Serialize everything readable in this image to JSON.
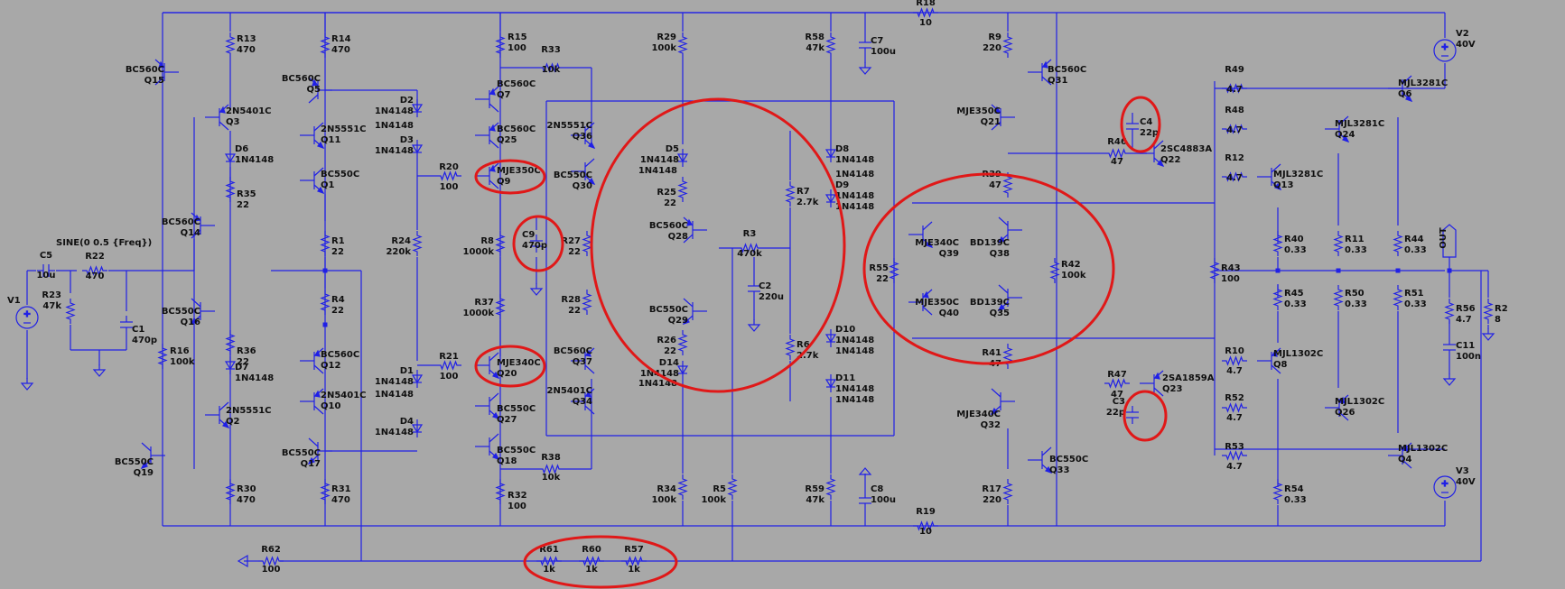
{
  "colors": {
    "background": "#a8a8a8",
    "wire": "#2020e6",
    "node": "#2020e6",
    "label": "#101010",
    "highlight": "#e01818",
    "ground": "#2020e6"
  },
  "source_text": "SINE(0 0.5 {Freq})",
  "components": [
    {
      "ref": "R13",
      "value": "470",
      "kind": "resistor"
    },
    {
      "ref": "R14",
      "value": "470",
      "kind": "resistor"
    },
    {
      "ref": "R15",
      "value": "100",
      "kind": "resistor"
    },
    {
      "ref": "R29",
      "value": "100k",
      "kind": "resistor"
    },
    {
      "ref": "R58",
      "value": "47k",
      "kind": "resistor"
    },
    {
      "ref": "R18",
      "value": "10",
      "kind": "resistor"
    },
    {
      "ref": "R9",
      "value": "220",
      "kind": "resistor"
    },
    {
      "ref": "R33",
      "value": "10k",
      "kind": "resistor"
    },
    {
      "ref": "R35",
      "value": "22",
      "kind": "resistor"
    },
    {
      "ref": "R20",
      "value": "100",
      "kind": "resistor"
    },
    {
      "ref": "R25",
      "value": "22",
      "kind": "resistor"
    },
    {
      "ref": "R7",
      "value": "2.7k",
      "kind": "resistor"
    },
    {
      "ref": "R3",
      "value": "470k",
      "kind": "resistor"
    },
    {
      "ref": "R1",
      "value": "22",
      "kind": "resistor"
    },
    {
      "ref": "R24",
      "value": "220k",
      "kind": "resistor"
    },
    {
      "ref": "R8",
      "value": "1000k",
      "kind": "resistor"
    },
    {
      "ref": "R27",
      "value": "22",
      "kind": "resistor"
    },
    {
      "ref": "R22",
      "value": "470",
      "kind": "resistor"
    },
    {
      "ref": "R23",
      "value": "47k",
      "kind": "resistor"
    },
    {
      "ref": "R4",
      "value": "22",
      "kind": "resistor"
    },
    {
      "ref": "R37",
      "value": "1000k",
      "kind": "resistor"
    },
    {
      "ref": "R28",
      "value": "22",
      "kind": "resistor"
    },
    {
      "ref": "R36",
      "value": "22",
      "kind": "resistor"
    },
    {
      "ref": "R16",
      "value": "100k",
      "kind": "resistor"
    },
    {
      "ref": "R21",
      "value": "100",
      "kind": "resistor"
    },
    {
      "ref": "R26",
      "value": "22",
      "kind": "resistor"
    },
    {
      "ref": "R6",
      "value": "2.7k",
      "kind": "resistor"
    },
    {
      "ref": "R38",
      "value": "10k",
      "kind": "resistor"
    },
    {
      "ref": "R30",
      "value": "470",
      "kind": "resistor"
    },
    {
      "ref": "R31",
      "value": "470",
      "kind": "resistor"
    },
    {
      "ref": "R32",
      "value": "100",
      "kind": "resistor"
    },
    {
      "ref": "R34",
      "value": "100k",
      "kind": "resistor"
    },
    {
      "ref": "R5",
      "value": "100k",
      "kind": "resistor"
    },
    {
      "ref": "R59",
      "value": "47k",
      "kind": "resistor"
    },
    {
      "ref": "R19",
      "value": "10",
      "kind": "resistor"
    },
    {
      "ref": "R17",
      "value": "220",
      "kind": "resistor"
    },
    {
      "ref": "R62",
      "value": "100",
      "kind": "resistor"
    },
    {
      "ref": "R61",
      "value": "1k",
      "kind": "resistor"
    },
    {
      "ref": "R60",
      "value": "1k",
      "kind": "resistor"
    },
    {
      "ref": "R57",
      "value": "1k",
      "kind": "resistor"
    },
    {
      "ref": "R46",
      "value": "47",
      "kind": "resistor"
    },
    {
      "ref": "R39",
      "value": "47",
      "kind": "resistor"
    },
    {
      "ref": "R55",
      "value": "22",
      "kind": "resistor"
    },
    {
      "ref": "R42",
      "value": "100k",
      "kind": "resistor"
    },
    {
      "ref": "R41",
      "value": "47",
      "kind": "resistor"
    },
    {
      "ref": "R47",
      "value": "47",
      "kind": "resistor"
    },
    {
      "ref": "R49",
      "value": "4.7",
      "kind": "resistor"
    },
    {
      "ref": "R48",
      "value": "4.7",
      "kind": "resistor"
    },
    {
      "ref": "R12",
      "value": "4.7",
      "kind": "resistor"
    },
    {
      "ref": "R43",
      "value": "100",
      "kind": "resistor"
    },
    {
      "ref": "R10",
      "value": "4.7",
      "kind": "resistor"
    },
    {
      "ref": "R52",
      "value": "4.7",
      "kind": "resistor"
    },
    {
      "ref": "R53",
      "value": "4.7",
      "kind": "resistor"
    },
    {
      "ref": "R40",
      "value": "0.33",
      "kind": "resistor"
    },
    {
      "ref": "R45",
      "value": "0.33",
      "kind": "resistor"
    },
    {
      "ref": "R11",
      "value": "0.33",
      "kind": "resistor"
    },
    {
      "ref": "R50",
      "value": "0.33",
      "kind": "resistor"
    },
    {
      "ref": "R44",
      "value": "0.33",
      "kind": "resistor"
    },
    {
      "ref": "R51",
      "value": "0.33",
      "kind": "resistor"
    },
    {
      "ref": "R54",
      "value": "0.33",
      "kind": "resistor"
    },
    {
      "ref": "R56",
      "value": "4.7",
      "kind": "resistor"
    },
    {
      "ref": "R2",
      "value": "8",
      "kind": "resistor"
    },
    {
      "ref": "C5",
      "value": "10u",
      "kind": "capacitor"
    },
    {
      "ref": "C1",
      "value": "470p",
      "kind": "capacitor"
    },
    {
      "ref": "C7",
      "value": "100u",
      "kind": "capacitor"
    },
    {
      "ref": "C9",
      "value": "470p",
      "kind": "capacitor"
    },
    {
      "ref": "C2",
      "value": "220u",
      "kind": "capacitor"
    },
    {
      "ref": "C8",
      "value": "100u",
      "kind": "capacitor"
    },
    {
      "ref": "C4",
      "value": "22p",
      "kind": "capacitor"
    },
    {
      "ref": "C3",
      "value": "22p",
      "kind": "capacitor"
    },
    {
      "ref": "C11",
      "value": "100n",
      "kind": "capacitor"
    },
    {
      "ref": "D2",
      "value": "1N4148",
      "kind": "diode"
    },
    {
      "ref": "D3",
      "value": "1N4148",
      "kind": "diode"
    },
    {
      "ref": "D6",
      "value": "1N4148",
      "kind": "diode"
    },
    {
      "ref": "D5",
      "value": "1N4148",
      "kind": "diode"
    },
    {
      "ref": "D8",
      "value": "1N4148",
      "kind": "diode"
    },
    {
      "ref": "D9",
      "value": "1N4148",
      "kind": "diode"
    },
    {
      "ref": "D7",
      "value": "1N4148",
      "kind": "diode"
    },
    {
      "ref": "D1",
      "value": "1N4148",
      "kind": "diode"
    },
    {
      "ref": "D4",
      "value": "1N4148",
      "kind": "diode"
    },
    {
      "ref": "D14",
      "value": "1N4148",
      "kind": "diode"
    },
    {
      "ref": "D10",
      "value": "1N4148",
      "kind": "diode"
    },
    {
      "ref": "D11",
      "value": "1N4148",
      "kind": "diode"
    },
    {
      "ref": "Q15",
      "value": "BC560C",
      "kind": "pnp"
    },
    {
      "ref": "Q3",
      "value": "2N5401C",
      "kind": "pnp"
    },
    {
      "ref": "Q5",
      "value": "BC560C",
      "kind": "pnp"
    },
    {
      "ref": "Q11",
      "value": "2N5551C",
      "kind": "npn"
    },
    {
      "ref": "Q1",
      "value": "BC550C",
      "kind": "npn"
    },
    {
      "ref": "Q7",
      "value": "BC560C",
      "kind": "pnp"
    },
    {
      "ref": "Q25",
      "value": "BC560C",
      "kind": "pnp"
    },
    {
      "ref": "Q9",
      "value": "MJE350C",
      "kind": "pnp"
    },
    {
      "ref": "Q36",
      "value": "2N5551C",
      "kind": "npn"
    },
    {
      "ref": "Q30",
      "value": "BC550C",
      "kind": "npn"
    },
    {
      "ref": "Q28",
      "value": "BC560C",
      "kind": "pnp"
    },
    {
      "ref": "Q29",
      "value": "BC550C",
      "kind": "npn"
    },
    {
      "ref": "Q14",
      "value": "BC560C",
      "kind": "pnp"
    },
    {
      "ref": "Q16",
      "value": "BC550C",
      "kind": "npn"
    },
    {
      "ref": "Q12",
      "value": "BC560C",
      "kind": "pnp"
    },
    {
      "ref": "Q10",
      "value": "2N5401C",
      "kind": "pnp"
    },
    {
      "ref": "Q2",
      "value": "2N5551C",
      "kind": "npn"
    },
    {
      "ref": "Q19",
      "value": "BC550C",
      "kind": "npn"
    },
    {
      "ref": "Q17",
      "value": "BC550C",
      "kind": "npn"
    },
    {
      "ref": "Q20",
      "value": "MJE340C",
      "kind": "npn"
    },
    {
      "ref": "Q27",
      "value": "BC550C",
      "kind": "npn"
    },
    {
      "ref": "Q18",
      "value": "BC550C",
      "kind": "npn"
    },
    {
      "ref": "Q37",
      "value": "BC560C",
      "kind": "pnp"
    },
    {
      "ref": "Q34",
      "value": "2N5401C",
      "kind": "pnp"
    },
    {
      "ref": "Q31",
      "value": "BC560C",
      "kind": "pnp"
    },
    {
      "ref": "Q21",
      "value": "MJE350C",
      "kind": "pnp"
    },
    {
      "ref": "Q22",
      "value": "2SC4883A",
      "kind": "npn"
    },
    {
      "ref": "Q39",
      "value": "MJE340C",
      "kind": "npn"
    },
    {
      "ref": "Q38",
      "value": "BD139C",
      "kind": "npn"
    },
    {
      "ref": "Q40",
      "value": "MJE350C",
      "kind": "pnp"
    },
    {
      "ref": "Q35",
      "value": "BD139C",
      "kind": "npn"
    },
    {
      "ref": "Q32",
      "value": "MJE340C",
      "kind": "npn"
    },
    {
      "ref": "Q33",
      "value": "BC550C",
      "kind": "npn"
    },
    {
      "ref": "Q23",
      "value": "2SA1859A",
      "kind": "pnp"
    },
    {
      "ref": "Q6",
      "value": "MJL3281C",
      "kind": "npn"
    },
    {
      "ref": "Q24",
      "value": "MJL3281C",
      "kind": "npn"
    },
    {
      "ref": "Q13",
      "value": "MJL3281C",
      "kind": "npn"
    },
    {
      "ref": "Q8",
      "value": "MJL1302C",
      "kind": "pnp"
    },
    {
      "ref": "Q26",
      "value": "MJL1302C",
      "kind": "pnp"
    },
    {
      "ref": "Q4",
      "value": "MJL1302C",
      "kind": "pnp"
    },
    {
      "ref": "V1",
      "value": "",
      "kind": "source"
    },
    {
      "ref": "V2",
      "value": "40V",
      "kind": "source"
    },
    {
      "ref": "V3",
      "value": "40V",
      "kind": "source"
    }
  ],
  "net_labels": [
    {
      "text": "OUT"
    }
  ]
}
